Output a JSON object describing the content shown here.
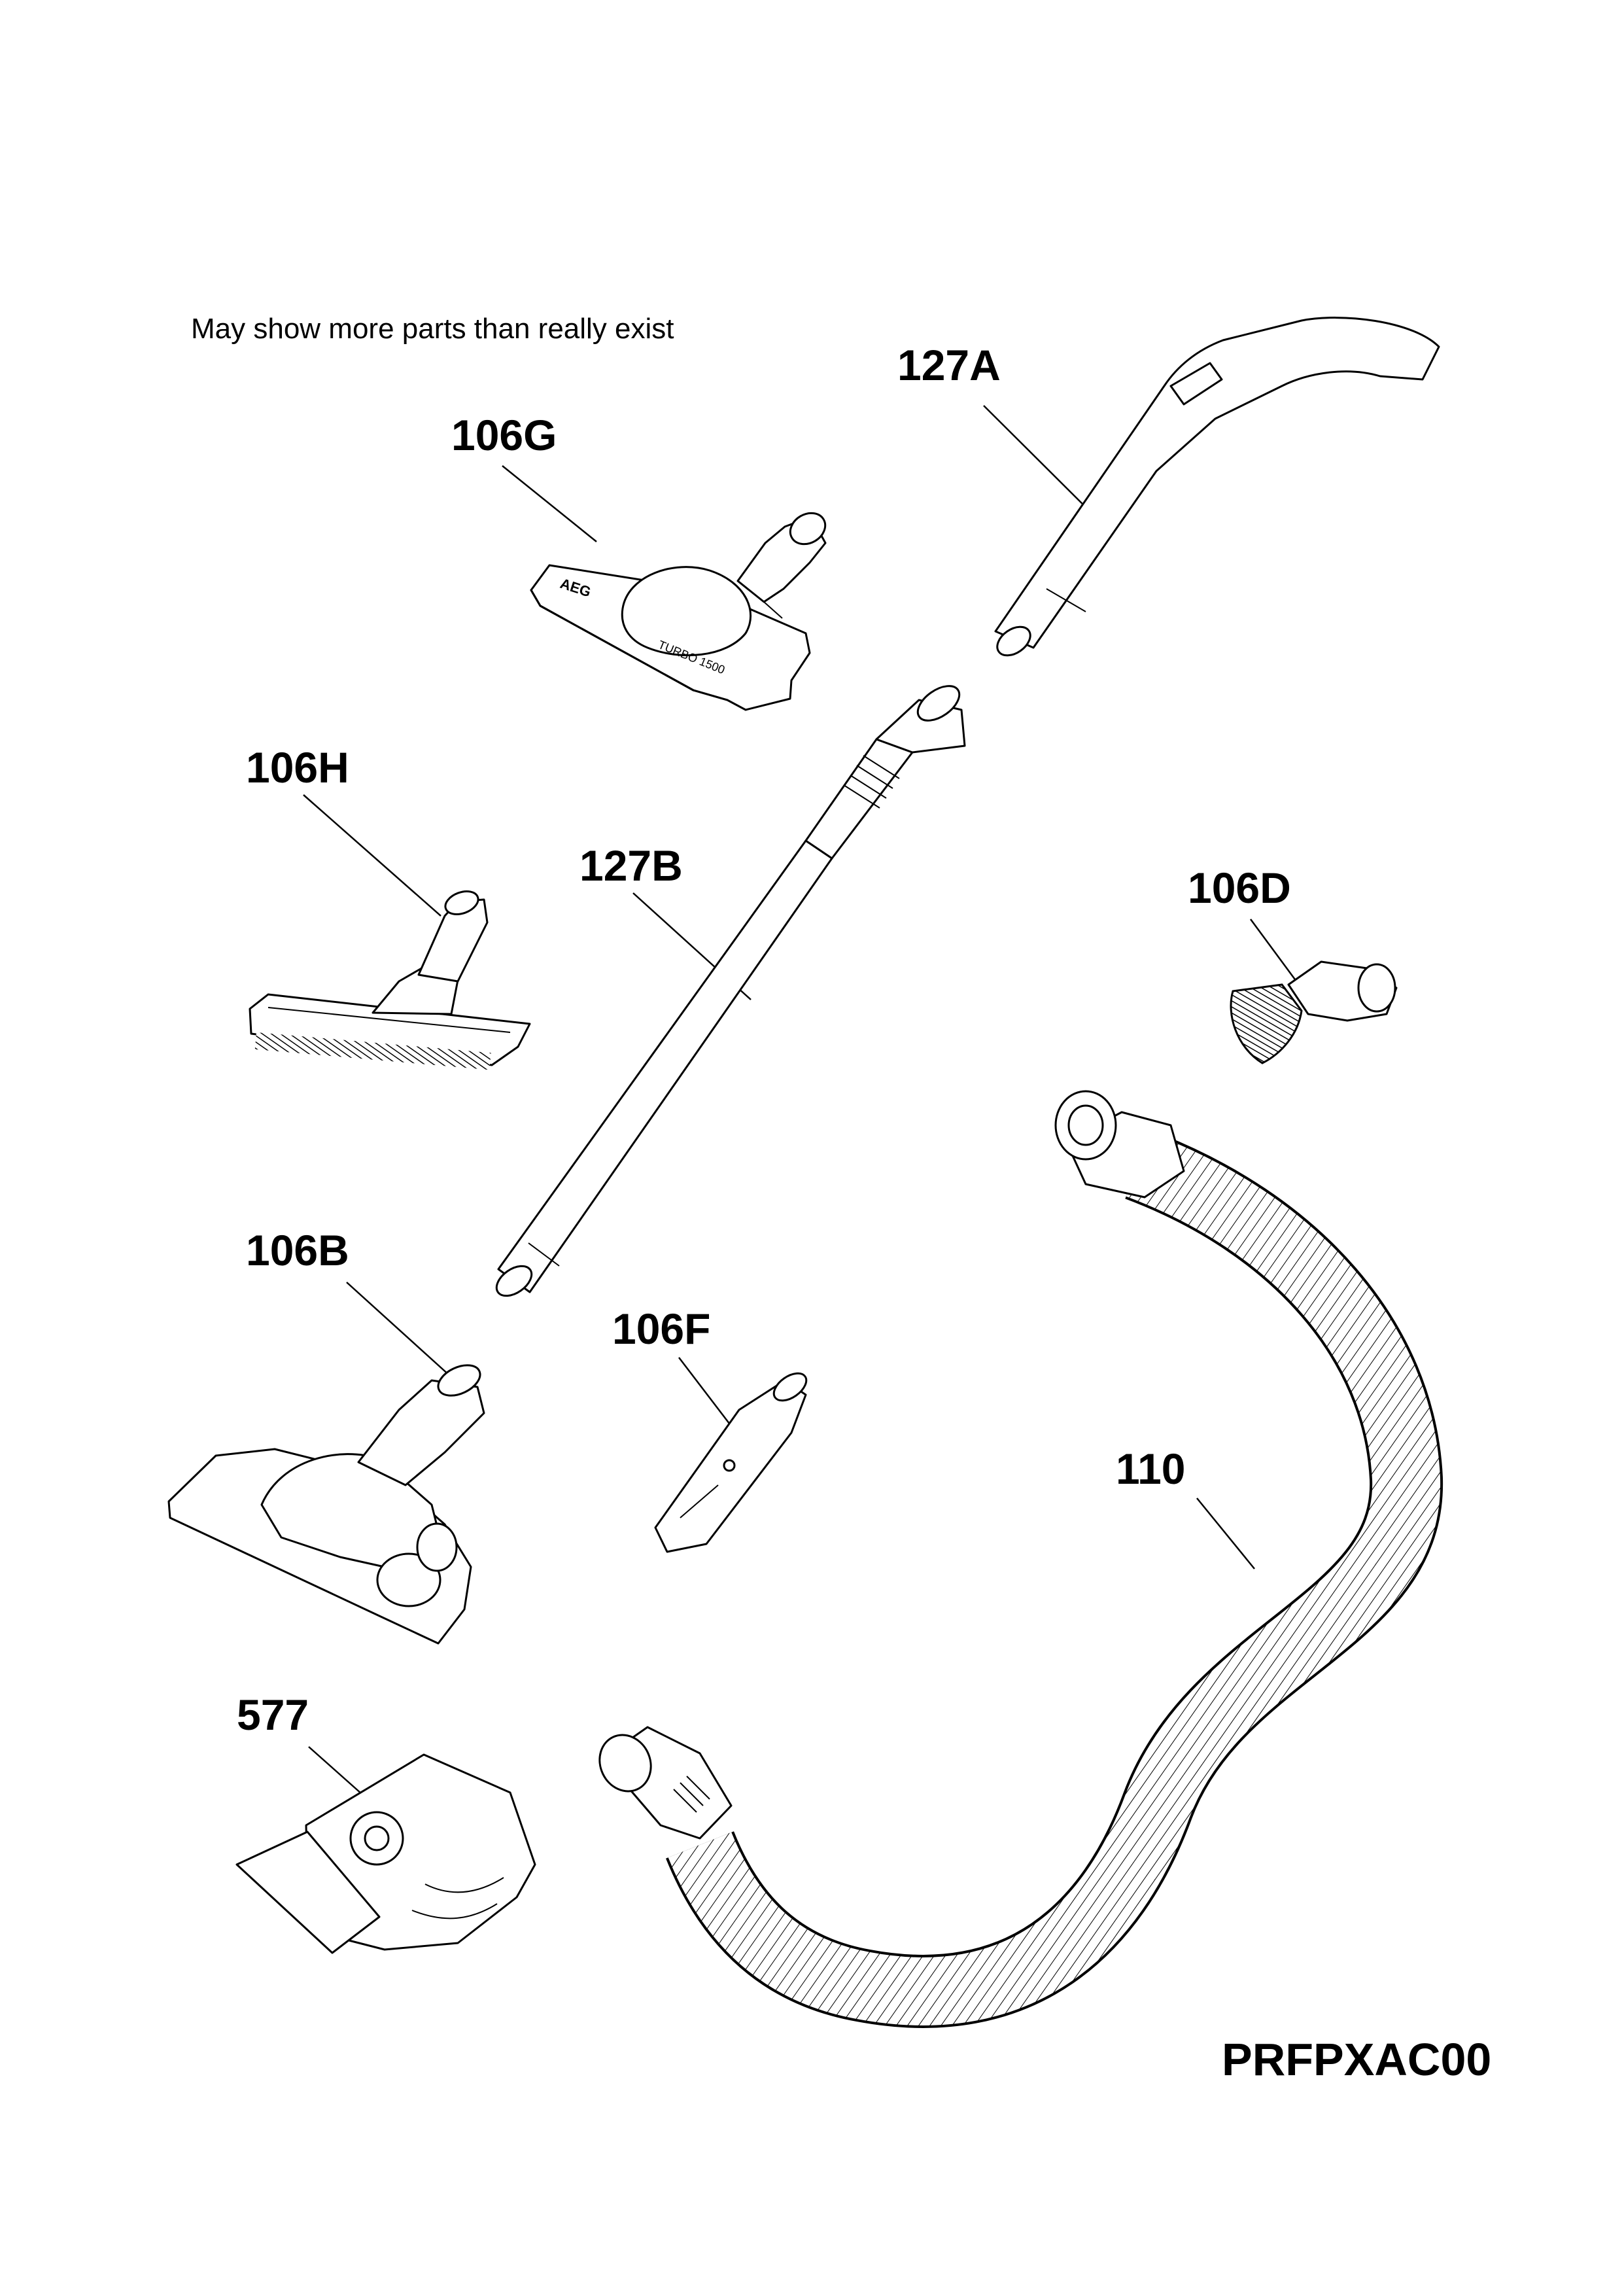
{
  "diagram": {
    "note": "May show more parts than really exist",
    "code": "PRFPXAC00",
    "parts": [
      {
        "id": "106g",
        "label": "106G",
        "icon": "turbo-nozzle-icon",
        "markings": [
          "AEG",
          "TURBO 1500"
        ]
      },
      {
        "id": "127a",
        "label": "127A",
        "icon": "hose-handle-icon"
      },
      {
        "id": "106h",
        "label": "106H",
        "icon": "parquet-nozzle-icon"
      },
      {
        "id": "127b",
        "label": "127B",
        "icon": "telescopic-tube-icon"
      },
      {
        "id": "106d",
        "label": "106D",
        "icon": "dusting-brush-icon"
      },
      {
        "id": "106b",
        "label": "106B",
        "icon": "floor-nozzle-icon"
      },
      {
        "id": "106f",
        "label": "106F",
        "icon": "crevice-tool-icon"
      },
      {
        "id": "110",
        "label": "110",
        "icon": "hose-icon"
      },
      {
        "id": "577",
        "label": "577",
        "icon": "dust-bag-icon"
      }
    ]
  }
}
